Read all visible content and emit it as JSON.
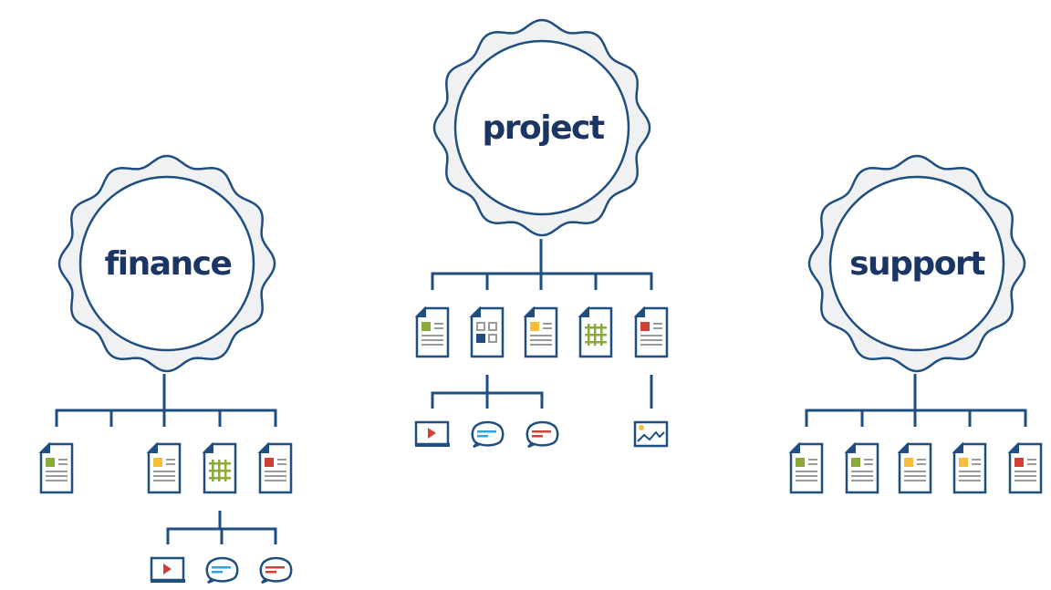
{
  "colors": {
    "line": "#1f4e80",
    "badge_fill": "#eff1f3",
    "label": "#1b3564",
    "green": "#8aaa3a",
    "yellow": "#f4bd3a",
    "red": "#cf4035",
    "blue": "#29a6df",
    "gray": "#9a9a9a",
    "navy": "#1f4e80"
  },
  "groups": [
    {
      "label": "finance",
      "docs": [
        "doc-green",
        null,
        "doc-yellow",
        "doc-grid",
        "doc-red"
      ],
      "sub": [
        {
          "parent": 3,
          "items": [
            "video-icon",
            "chat-blue-icon",
            "chat-red-icon"
          ]
        }
      ]
    },
    {
      "label": "project",
      "docs": [
        "doc-green",
        "doc-shapes",
        "doc-yellow",
        "doc-grid",
        "doc-red"
      ],
      "sub": [
        {
          "parent": 1,
          "items": [
            "video-icon",
            "chat-blue-icon",
            "chat-red-icon"
          ]
        },
        {
          "parent": 4,
          "items": [
            "image-chart-icon"
          ]
        }
      ]
    },
    {
      "label": "support",
      "docs": [
        "doc-green",
        "doc-green",
        "doc-yellow",
        "doc-yellow",
        "doc-red"
      ],
      "sub": []
    }
  ]
}
